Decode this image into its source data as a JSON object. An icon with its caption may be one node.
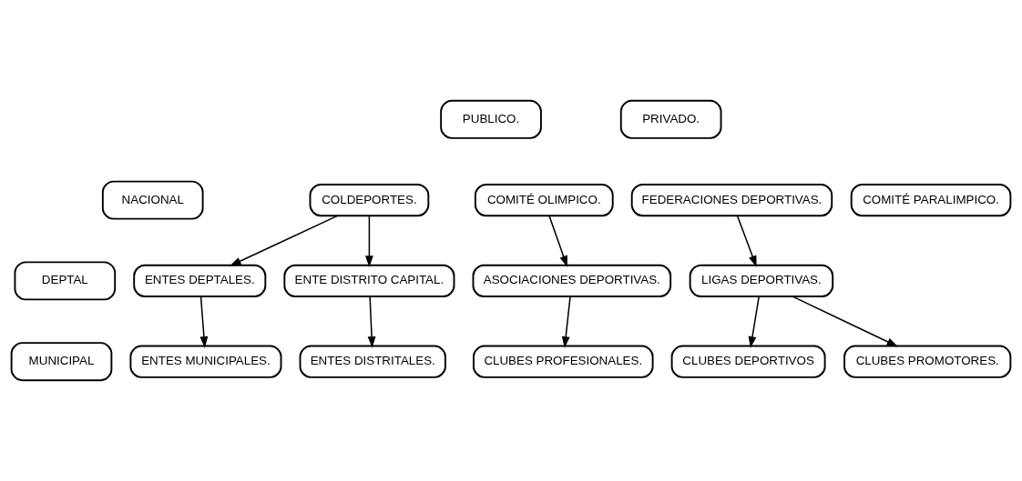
{
  "diagram": {
    "nodes": [
      {
        "text": [
          "PUBLICO."
        ]
      },
      {
        "text": [
          "PRIVADO."
        ]
      },
      {
        "text": [
          "NACIONAL"
        ]
      },
      {
        "text": [
          "COLDEPORTES."
        ]
      },
      {
        "text": [
          "COMITÉ OLIMPICO."
        ]
      },
      {
        "text": [
          "FEDERACIONES DEPORTIVAS."
        ]
      },
      {
        "text": [
          "COMITÉ PARALIMPICO."
        ]
      },
      {
        "text": [
          "DEPTAL"
        ]
      },
      {
        "text": [
          "ENTES DEPTALES."
        ]
      },
      {
        "text": [
          "ENTE DISTRITO CAPITAL."
        ]
      },
      {
        "text": [
          "ASOCIACIONES DEPORTIVAS."
        ]
      },
      {
        "text": [
          "LIGAS DEPORTIVAS."
        ]
      },
      {
        "text": [
          "MUNICIPAL"
        ]
      },
      {
        "text": [
          "ENTES MUNICIPALES."
        ]
      },
      {
        "text": [
          "ENTES DISTRITALES."
        ]
      },
      {
        "text": [
          "CLUBES PROFESIONALES."
        ]
      },
      {
        "text": [
          "CLUBES DEPORTIVOS"
        ]
      },
      {
        "text": [
          "CLUBES PROMOTORES."
        ]
      }
    ],
    "edges": [
      {
        "from": 3,
        "to": 8,
        "arrow": "to"
      },
      {
        "from": 3,
        "to": 9,
        "arrow": "to"
      },
      {
        "from": 4,
        "to": 10,
        "arrow": "to"
      },
      {
        "from": 5,
        "to": 11,
        "arrow": "to"
      },
      {
        "from": 8,
        "to": 13,
        "arrow": "to"
      },
      {
        "from": 9,
        "to": 14,
        "arrow": "to"
      },
      {
        "from": 10,
        "to": 15,
        "arrow": "to"
      },
      {
        "from": 11,
        "to": 16,
        "arrow": "to"
      },
      {
        "from": 11,
        "to": 17,
        "arrow": "to"
      }
    ]
  }
}
